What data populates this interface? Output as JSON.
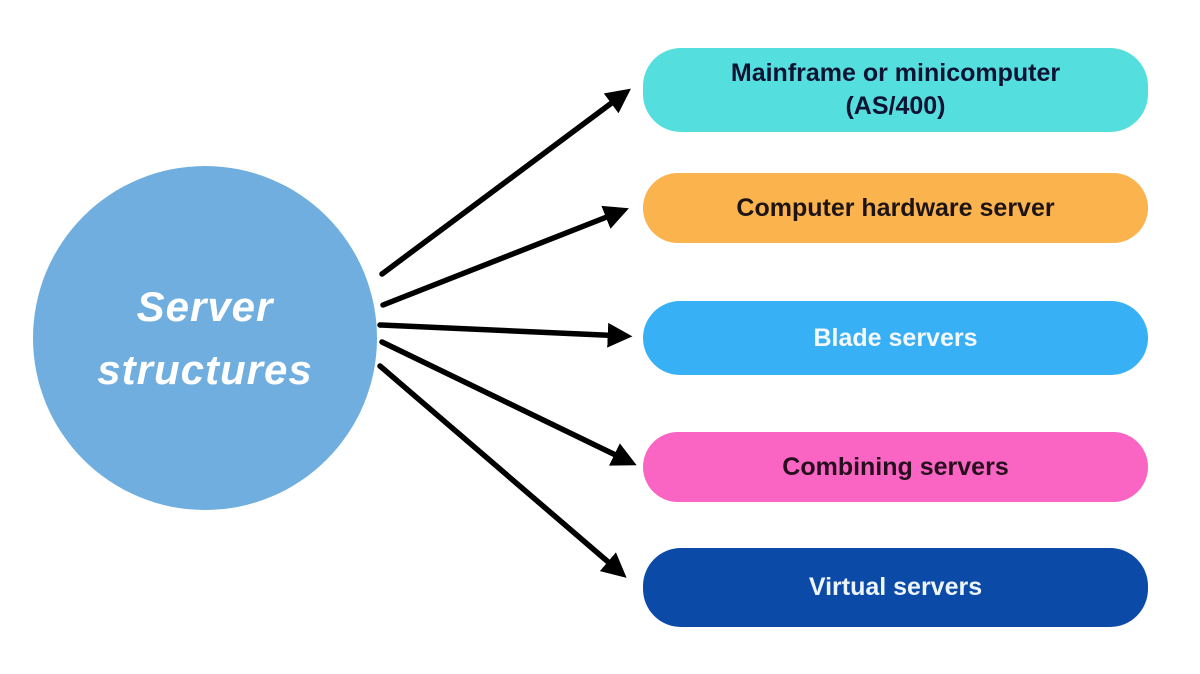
{
  "diagram": {
    "background_color": "#ffffff",
    "arrow_color": "#000000",
    "center": {
      "label": "Server structures",
      "bg_color": "#6FAEDE",
      "text_color": "#FFFFFF"
    },
    "nodes": [
      {
        "label": "Mainframe or minicomputer (AS/400)",
        "bg_color": "#55DEDE",
        "text_color": "#0F1333"
      },
      {
        "label": "Computer hardware server",
        "bg_color": "#FAB34D",
        "text_color": "#1E1416"
      },
      {
        "label": "Blade servers",
        "bg_color": "#38B0F6",
        "text_color": "#F4F8FA"
      },
      {
        "label": "Combining servers",
        "bg_color": "#FA64C2",
        "text_color": "#26101F"
      },
      {
        "label": "Virtual servers",
        "bg_color": "#0C4AA8",
        "text_color": "#EDF5FB"
      }
    ]
  }
}
